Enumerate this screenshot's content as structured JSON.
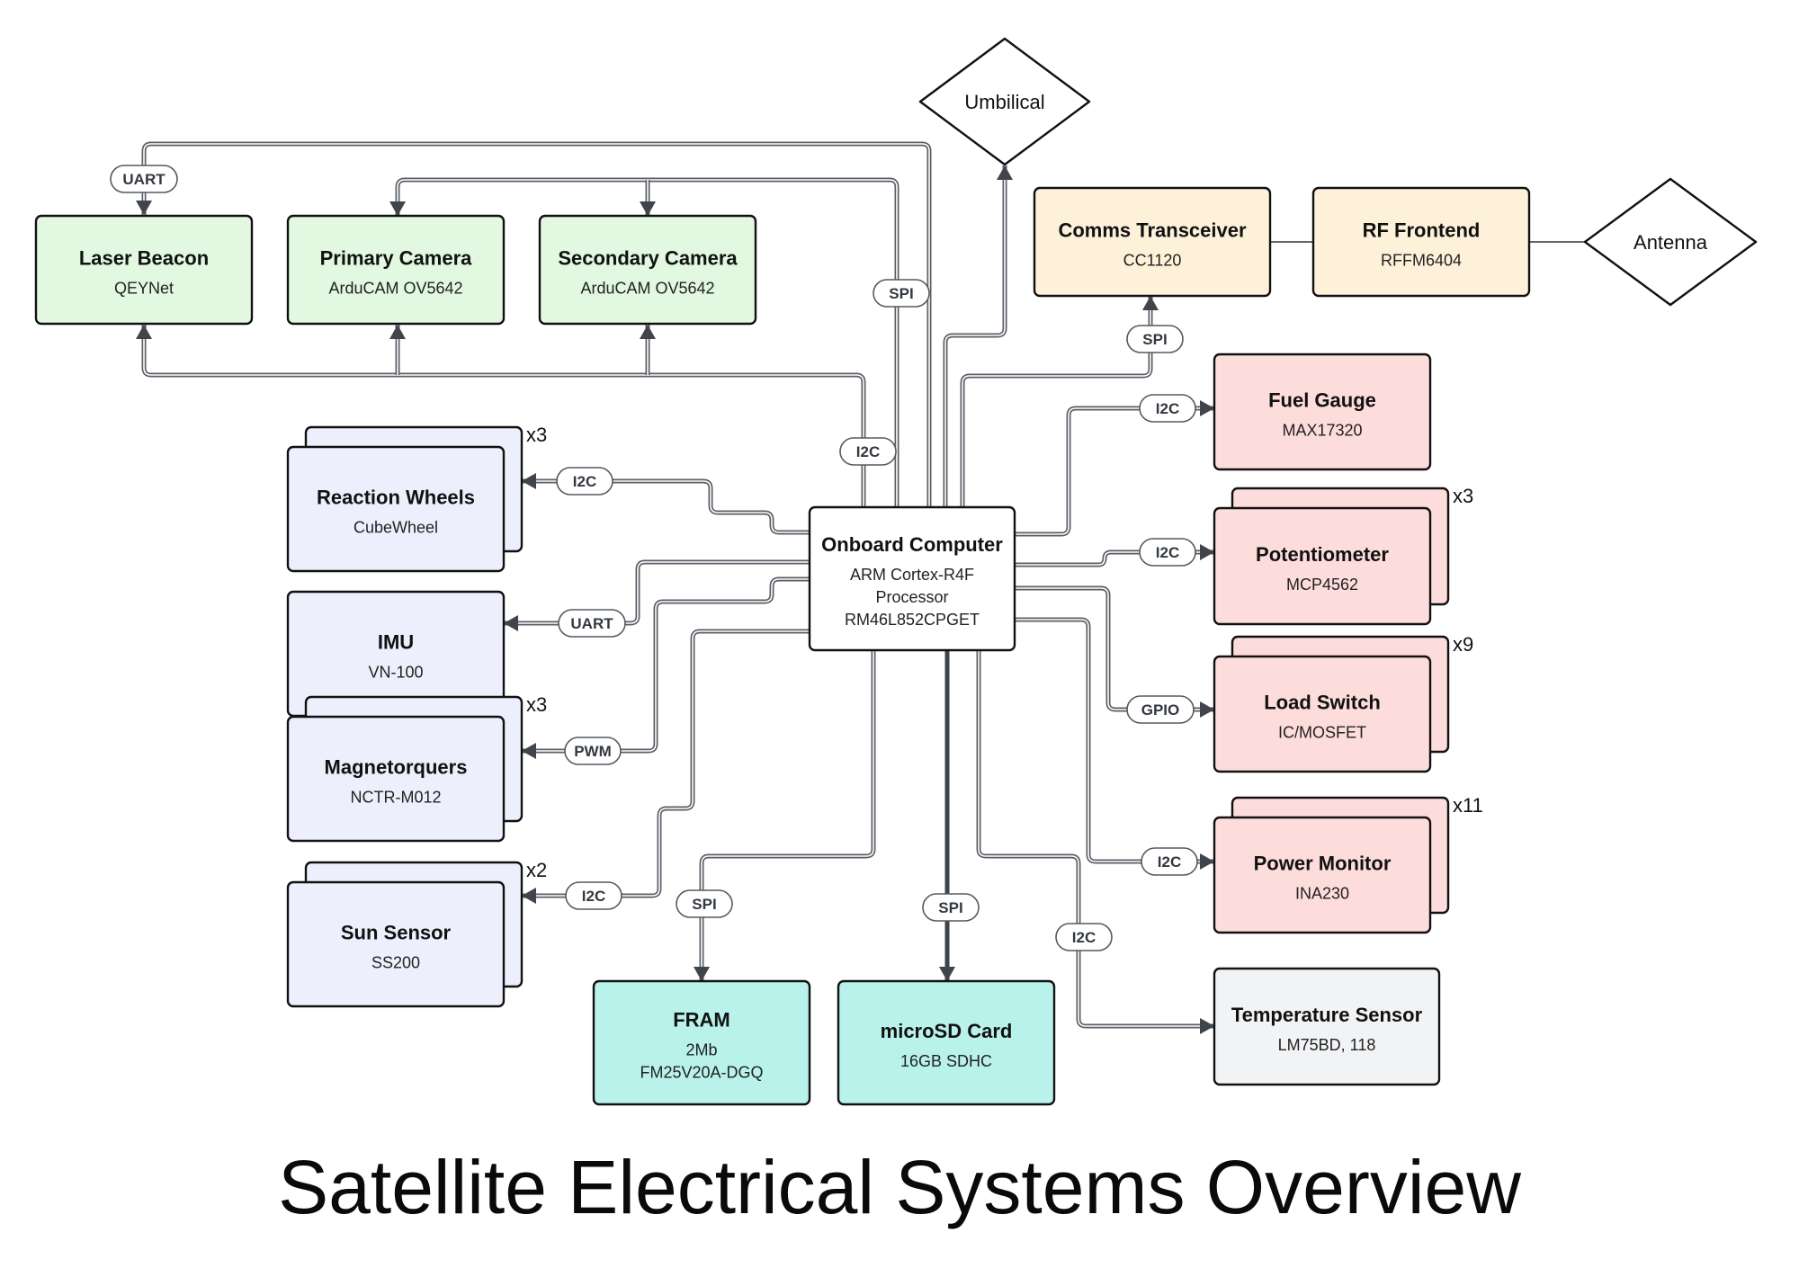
{
  "title": "Satellite Electrical Systems Overview",
  "colors": {
    "payload": "#e2f8e0",
    "adcs": "#eeeffc",
    "comms": "#fdf1da",
    "power": "#fddcdc",
    "storage": "#b8f2ea",
    "sensor": "#f2f3f5",
    "computer": "#ffffff",
    "wire": "#5b5f66"
  },
  "nodes": {
    "laser_beacon": {
      "title": "Laser Beacon",
      "sub": [
        "QEYNet"
      ]
    },
    "primary_camera": {
      "title": "Primary Camera",
      "sub": [
        "ArduCAM OV5642"
      ]
    },
    "secondary_camera": {
      "title": "Secondary Camera",
      "sub": [
        "ArduCAM OV5642"
      ]
    },
    "umbilical": {
      "title": "Umbilical"
    },
    "comms_transceiver": {
      "title": "Comms Transceiver",
      "sub": [
        "CC1120"
      ]
    },
    "rf_frontend": {
      "title": "RF Frontend",
      "sub": [
        "RFFM6404"
      ]
    },
    "antenna": {
      "title": "Antenna"
    },
    "reaction_wheels": {
      "title": "Reaction Wheels",
      "sub": [
        "CubeWheel"
      ],
      "multiplicity": "x3"
    },
    "imu": {
      "title": "IMU",
      "sub": [
        "VN-100"
      ]
    },
    "magnetorquers": {
      "title": "Magnetorquers",
      "sub": [
        "NCTR-M012"
      ],
      "multiplicity": "x3"
    },
    "sun_sensor": {
      "title": "Sun Sensor",
      "sub": [
        "SS200"
      ],
      "multiplicity": "x2"
    },
    "onboard_computer": {
      "title": "Onboard Computer",
      "sub": [
        "ARM Cortex-R4F",
        "Processor",
        "RM46L852CPGET"
      ]
    },
    "fram": {
      "title": "FRAM",
      "sub": [
        "2Mb",
        "FM25V20A-DGQ"
      ]
    },
    "microsd": {
      "title": "microSD Card",
      "sub": [
        "16GB SDHC"
      ]
    },
    "fuel_gauge": {
      "title": "Fuel Gauge",
      "sub": [
        "MAX17320"
      ]
    },
    "potentiometer": {
      "title": "Potentiometer",
      "sub": [
        "MCP4562"
      ],
      "multiplicity": "x3"
    },
    "load_switch": {
      "title": "Load Switch",
      "sub": [
        "IC/MOSFET"
      ],
      "multiplicity": "x9"
    },
    "power_monitor": {
      "title": "Power Monitor",
      "sub": [
        "INA230"
      ],
      "multiplicity": "x11"
    },
    "temperature_sensor": {
      "title": "Temperature Sensor",
      "sub": [
        "LM75BD, 118"
      ]
    }
  },
  "edges": [
    {
      "from": "onboard_computer",
      "to": "laser_beacon",
      "label": "UART"
    },
    {
      "from": "onboard_computer",
      "to": "primary_camera",
      "label": "SPI"
    },
    {
      "from": "onboard_computer",
      "to": "secondary_camera",
      "label": "SPI"
    },
    {
      "from": "onboard_computer",
      "to": "laser_beacon",
      "label": "I2C"
    },
    {
      "from": "onboard_computer",
      "to": "primary_camera",
      "label": "I2C"
    },
    {
      "from": "onboard_computer",
      "to": "secondary_camera",
      "label": "I2C"
    },
    {
      "from": "onboard_computer",
      "to": "umbilical",
      "label": ""
    },
    {
      "from": "onboard_computer",
      "to": "comms_transceiver",
      "label": "SPI"
    },
    {
      "from": "comms_transceiver",
      "to": "rf_frontend",
      "label": ""
    },
    {
      "from": "rf_frontend",
      "to": "antenna",
      "label": ""
    },
    {
      "from": "onboard_computer",
      "to": "reaction_wheels",
      "label": "I2C"
    },
    {
      "from": "onboard_computer",
      "to": "imu",
      "label": "UART"
    },
    {
      "from": "onboard_computer",
      "to": "magnetorquers",
      "label": "PWM"
    },
    {
      "from": "onboard_computer",
      "to": "sun_sensor",
      "label": "I2C"
    },
    {
      "from": "onboard_computer",
      "to": "fram",
      "label": "SPI"
    },
    {
      "from": "onboard_computer",
      "to": "microsd",
      "label": "SPI"
    },
    {
      "from": "onboard_computer",
      "to": "temperature_sensor",
      "label": "I2C"
    },
    {
      "from": "onboard_computer",
      "to": "fuel_gauge",
      "label": "I2C"
    },
    {
      "from": "onboard_computer",
      "to": "potentiometer",
      "label": "I2C"
    },
    {
      "from": "onboard_computer",
      "to": "load_switch",
      "label": "GPIO"
    },
    {
      "from": "onboard_computer",
      "to": "power_monitor",
      "label": "I2C"
    }
  ]
}
